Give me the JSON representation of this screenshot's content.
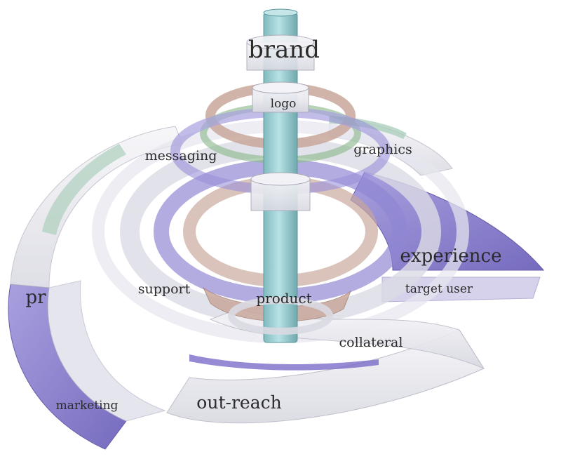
{
  "labels": {
    "brand": "brand",
    "logo": "logo",
    "messaging": "messaging",
    "graphics": "graphics",
    "experience": "experience",
    "target_user": "target user",
    "pr": "pr",
    "support": "support",
    "product": "product",
    "collateral": "collateral",
    "marketing": "marketing",
    "out_reach": "out-reach"
  },
  "colors": {
    "shaft": "#9fcfd3",
    "band_white": "#ececf2",
    "band_purple": "#7c70c8",
    "band_tan": "#c9a79b",
    "band_green": "#8dbb8f",
    "band_lavender": "#c9c3e6",
    "label": "#2b2b2b"
  }
}
